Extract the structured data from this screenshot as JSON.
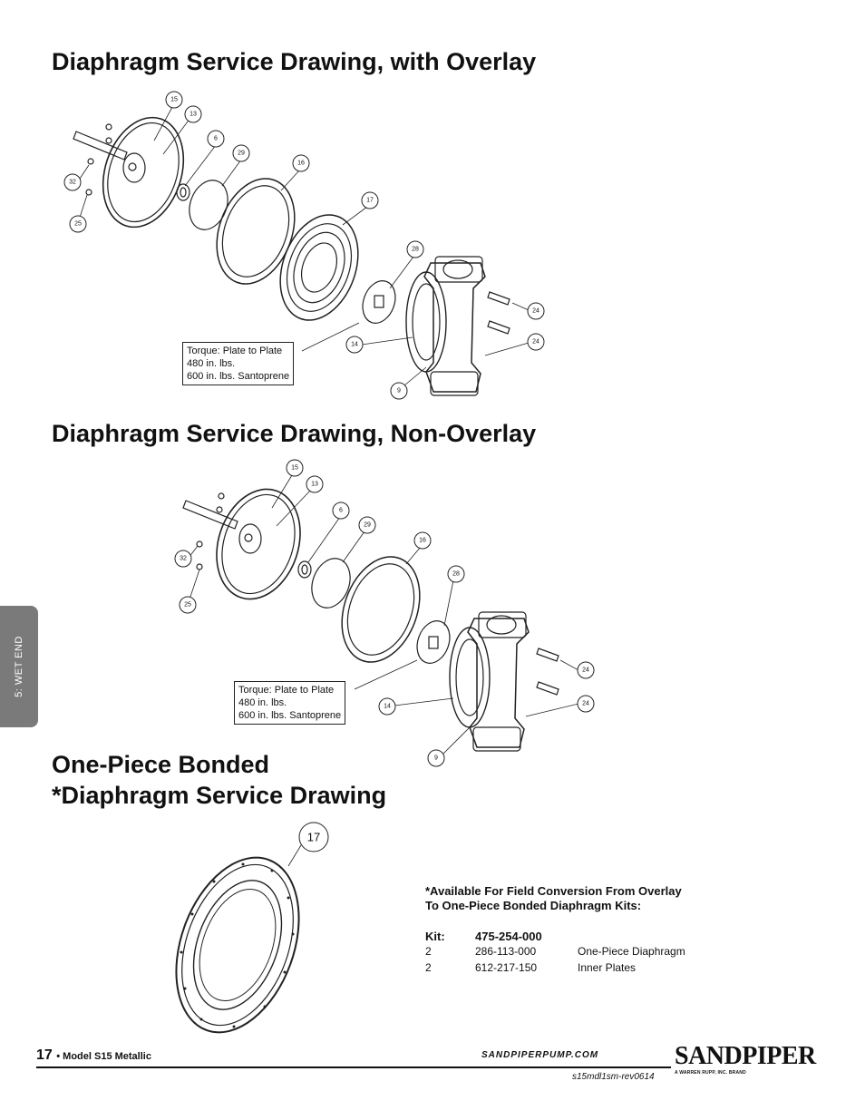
{
  "sections": {
    "overlay_title": "Diaphragm Service Drawing, with Overlay",
    "non_overlay_title": "Diaphragm Service Drawing, Non-Overlay",
    "bonded_title_line1": "One-Piece Bonded",
    "bonded_title_line2": "*Diaphragm Service Drawing"
  },
  "torque_note": {
    "line1": "Torque: Plate to Plate",
    "line2": "480 in. lbs.",
    "line3": "600 in. lbs. Santoprene"
  },
  "callouts_overlay": [
    "15",
    "13",
    "6",
    "29",
    "16",
    "17",
    "28",
    "24",
    "24",
    "14",
    "9",
    "32",
    "25"
  ],
  "callouts_non_overlay": [
    "15",
    "13",
    "6",
    "29",
    "16",
    "28",
    "24",
    "24",
    "14",
    "9",
    "32",
    "25"
  ],
  "callout_bonded": "17",
  "kit": {
    "note_line1": "*Available For Field Conversion From Overlay",
    "note_line2": "To One-Piece Bonded Diaphragm Kits:",
    "label": "Kit:",
    "number": "475-254-000",
    "items": [
      {
        "qty": "2",
        "part": "286-113-000",
        "desc": "One-Piece Diaphragm"
      },
      {
        "qty": "2",
        "part": "612-217-150",
        "desc": "Inner Plates"
      }
    ]
  },
  "side_tab": "5: WET END",
  "footer": {
    "page_number": "17",
    "bullet_text": "• Model S15 Metallic",
    "website": "SANDPIPERPUMP.COM",
    "doc_code": "s15mdl1sm-rev0614",
    "brand": "SANDPIPER",
    "brand_tagline": "A WARREN RUPP, INC. BRAND"
  }
}
